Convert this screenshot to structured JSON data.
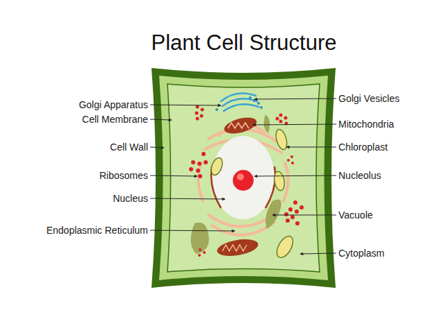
{
  "diagram": {
    "title": "Plant Cell Structure",
    "labels": [
      "Golgi Apparatus",
      "Cell Membrane",
      "Cell Wall",
      "Ribosomes",
      "Nucleus",
      "Endoplasmic Reticulum",
      "Golgi Vesicles",
      "Mitochondria",
      "Chloroplast",
      "Nucleolus",
      "Vacuole",
      "Cytoplasm"
    ]
  }
}
